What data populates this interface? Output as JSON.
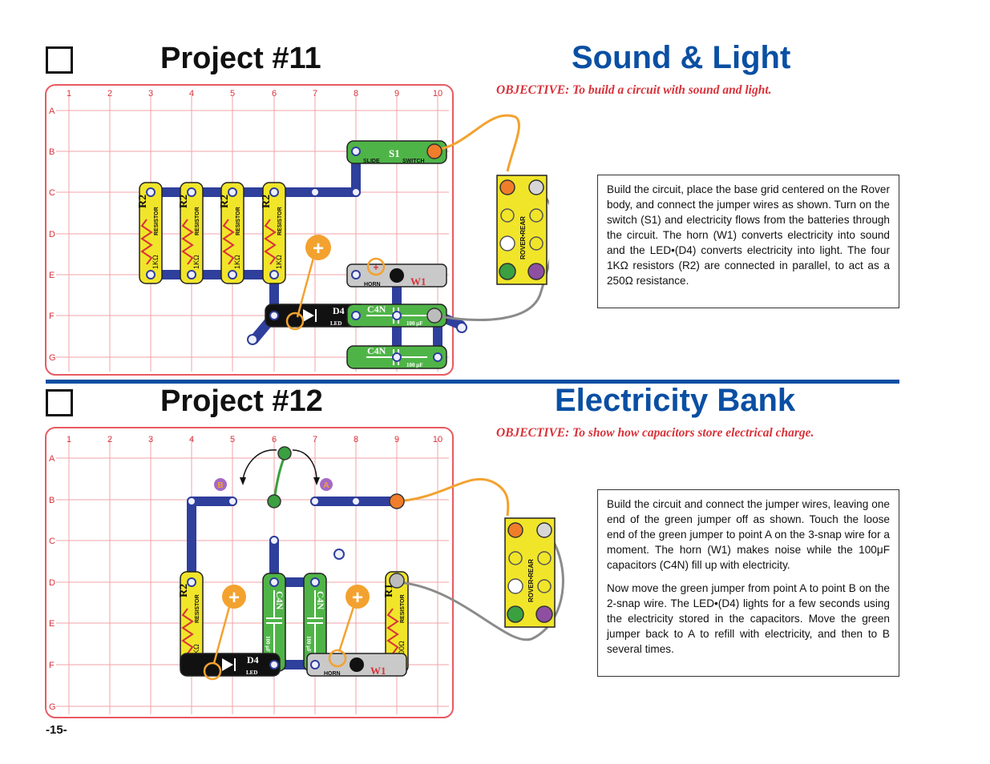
{
  "projects": [
    {
      "title": "Project #11",
      "topic": "Sound & Light",
      "objective": "OBJECTIVE:  To build a circuit with sound and light.",
      "description": [
        "Build the circuit, place the base grid centered on the Rover body, and connect the jumper wires as shown. Turn on the switch (S1) and electricity flows from the batteries through the circuit. The horn (W1) converts electricity into sound and the LED•(D4) converts electricity into light. The four 1KΩ resistors (R2) are connected in parallel, to act as a 250Ω resistance."
      ]
    },
    {
      "title": "Project #12",
      "topic": "Electricity Bank",
      "objective": "OBJECTIVE:  To show how capacitors store electrical charge.",
      "description": [
        "Build the circuit and connect the jumper wires, leaving one end of the green jumper off as shown. Touch the loose end of the green jumper to point A on the 3-snap wire for a moment. The horn (W1) makes noise while the 100μF capacitors (C4N) fill up with electricity.",
        "Now move the green jumper from point A to point B on the 2-snap wire. The LED•(D4) lights for a few seconds using the electricity stored in the capacitors.  Move the green jumper back to A to refill with electricity, and then to B several times."
      ]
    }
  ],
  "grid": {
    "columns": [
      "1",
      "2",
      "3",
      "4",
      "5",
      "6",
      "7",
      "8",
      "9",
      "10"
    ],
    "rows": [
      "A",
      "B",
      "C",
      "D",
      "E",
      "F",
      "G"
    ]
  },
  "parts": {
    "resistor_code": "R2",
    "resistor_word": "RESISTOR",
    "resistor_value": "1KΩ",
    "r1_code": "R1",
    "r1_value": "100Ω",
    "switch_code": "S1",
    "switch_word_a": "SLIDE",
    "switch_word_b": "SWITCH",
    "led_code": "D4",
    "led_word": "LED",
    "horn_word": "HORN",
    "horn_code": "W1",
    "cap_code": "C4N",
    "cap_value": "100 μF",
    "rover_label": "ROVER•REAR",
    "point_a": "A",
    "point_b": "B",
    "plus": "+"
  },
  "colors": {
    "title_blue": "#0a4fa3",
    "objective_red": "#d8323a",
    "grid_red": "#e8646c",
    "wire_blue": "#2f3f9c",
    "resistor_yellow": "#f1e52a",
    "green_part": "#4fb447",
    "jumper_orange": "#f3a22f",
    "jumper_gray": "#8b8b8b"
  },
  "page_number": "-15-"
}
